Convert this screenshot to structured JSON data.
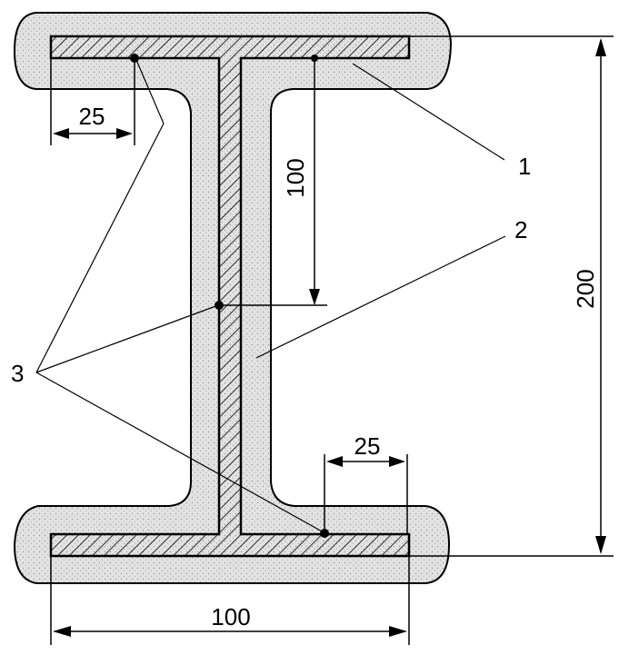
{
  "colors": {
    "ink": "#000000",
    "coating": "#d7d7d7",
    "paper": "#ffffff"
  },
  "callouts": {
    "part_1": "1",
    "part_2": "2",
    "part_3": "3"
  },
  "dimensions": {
    "overall_height": "200",
    "flange_width": "100",
    "web_half_height": "100",
    "offset_top_left": "25",
    "offset_bottom_right": "25"
  }
}
